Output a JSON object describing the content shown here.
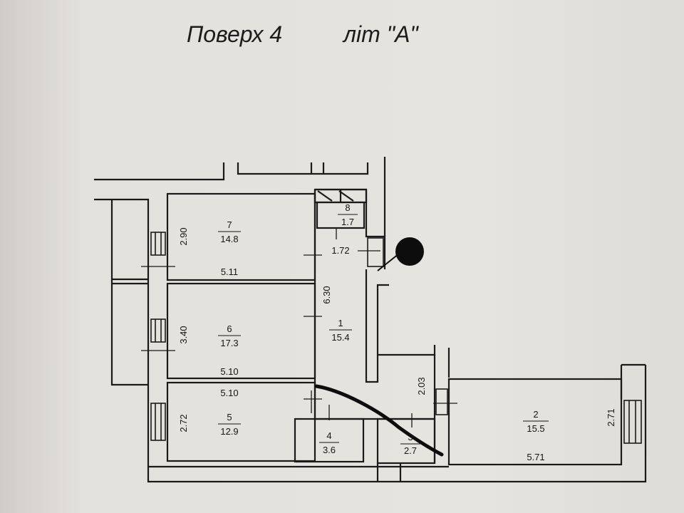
{
  "title": {
    "floor": "Поверх 4",
    "letter": "літ \"А\""
  },
  "rooms": [
    {
      "number": "7",
      "area": "14.8"
    },
    {
      "number": "6",
      "area": "17.3"
    },
    {
      "number": "5",
      "area": "12.9"
    },
    {
      "number": "8",
      "area": "1.7"
    },
    {
      "number": "1",
      "area": "15.4"
    },
    {
      "number": "4",
      "area": "3.6"
    },
    {
      "number": "3",
      "area": "2.7"
    },
    {
      "number": "2",
      "area": "15.5"
    }
  ],
  "dimensions": {
    "room7_height": "2.90",
    "room7_width": "5.11",
    "room6_height": "3.40",
    "room6_width": "5.10",
    "room5_width": "5.10",
    "room5_height": "2.72",
    "corridor_length": "6.30",
    "room8_length": "1.72",
    "passage_height": "2.03",
    "room2_height": "2.71",
    "room2_width": "5.71"
  },
  "colors": {
    "ink": "#151515",
    "paper": "#e5e3dd",
    "marker": "#0d0d0d"
  }
}
